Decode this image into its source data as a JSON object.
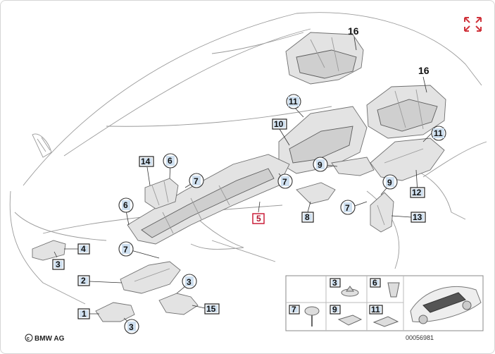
{
  "diagram": {
    "callouts": {
      "c1": "1",
      "c2": "2",
      "c3a": "3",
      "c3b": "3",
      "c3c": "3",
      "c4": "4",
      "c5": "5",
      "c6a": "6",
      "c6b": "6",
      "c7a": "7",
      "c7b": "7",
      "c7c": "7",
      "c7d": "7",
      "c8": "8",
      "c9a": "9",
      "c9b": "9",
      "c10": "10",
      "c11a": "11",
      "c11b": "11",
      "c12": "12",
      "c13": "13",
      "c14": "14",
      "c15": "15",
      "c16a": "16",
      "c16b": "16"
    },
    "legend": {
      "items": [
        "3",
        "6",
        "7",
        "9",
        "11"
      ],
      "drawing_number": "00056981"
    },
    "copyright": "BMW AG",
    "expand_icon": "expand-arrows-icon",
    "colors": {
      "highlight": "#c8102e",
      "callout_fill": "#cfe0f0"
    }
  }
}
